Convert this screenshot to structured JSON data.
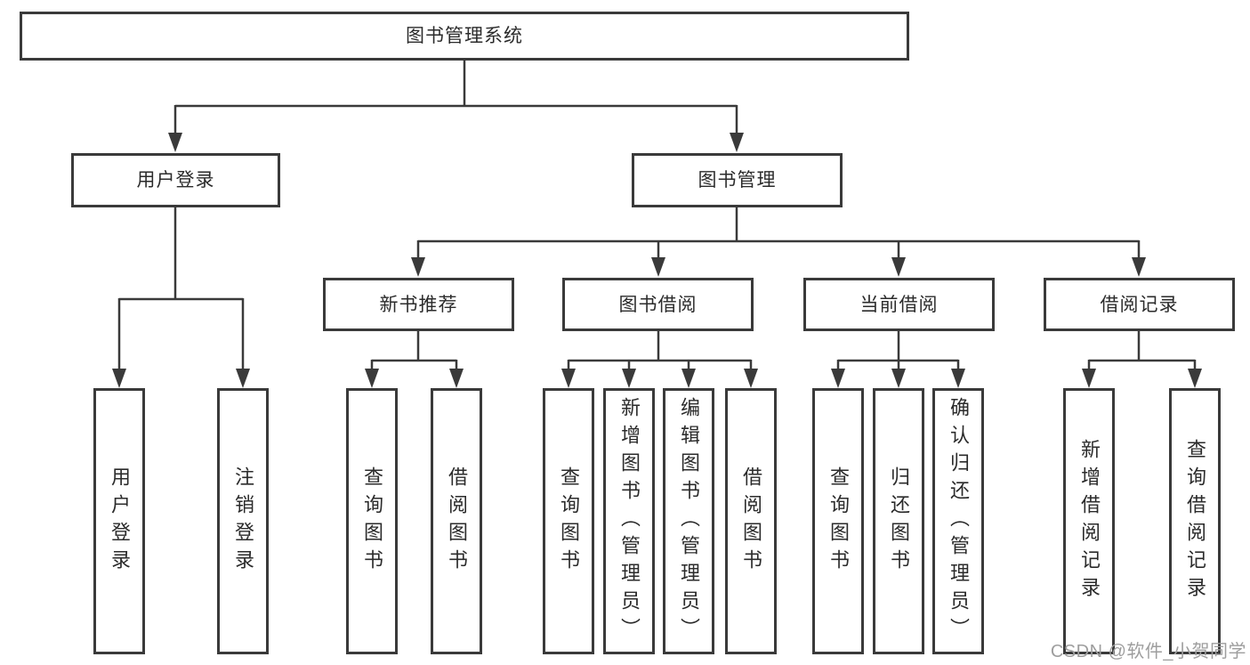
{
  "diagram": {
    "type": "hierarchy-tree",
    "colors": {
      "line": "#3a3a3a",
      "box_border": "#3a3a3a",
      "box_fill": "#ffffff",
      "text": "#2b2b2b",
      "watermark": "#9e9e9e",
      "background": "#ffffff"
    }
  },
  "tree": {
    "root": {
      "label": "图书管理系统"
    },
    "branches": [
      {
        "label": "用户登录",
        "children": [
          {
            "label": "用户登录"
          },
          {
            "label": "注销登录"
          }
        ]
      },
      {
        "label": "图书管理",
        "children": [
          {
            "label": "新书推荐",
            "children": [
              {
                "label": "查询图书"
              },
              {
                "label": "借阅图书"
              }
            ]
          },
          {
            "label": "图书借阅",
            "children": [
              {
                "label": "查询图书"
              },
              {
                "label": "新增图书（管理员）"
              },
              {
                "label": "编辑图书（管理员）"
              },
              {
                "label": "借阅图书"
              }
            ]
          },
          {
            "label": "当前借阅",
            "children": [
              {
                "label": "查询图书"
              },
              {
                "label": "归还图书"
              },
              {
                "label": "确认归还（管理员）"
              }
            ]
          },
          {
            "label": "借阅记录",
            "children": [
              {
                "label": "新增借阅记录"
              },
              {
                "label": "查询借阅记录"
              }
            ]
          }
        ]
      }
    ]
  },
  "watermark": {
    "text": "CSDN @软件_小贺同学"
  }
}
